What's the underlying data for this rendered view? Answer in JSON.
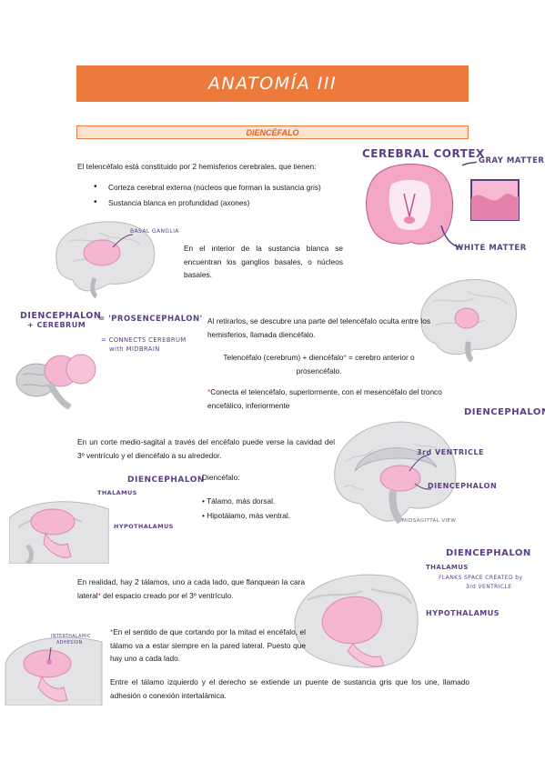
{
  "header": {
    "title": "ANATOMÍA III"
  },
  "section": {
    "title": "DIENCÉFALO"
  },
  "intro": {
    "text": "El telencéfalo está constituido por 2 hemisferios cerebrales, que tienen:",
    "bullets": [
      "Corteza cerebral externa (núcleos que forman la sustancia gris)",
      "Sustancia blanca en profundidad (axones)"
    ]
  },
  "basal": {
    "text": "En el interior de la sustancia blanca se encuentran los ganglios basales, o núcleos basales.",
    "label": "BASAL GANGLIA"
  },
  "cortex_figure": {
    "title": "CEREBRAL CORTEX",
    "gray": "GRAY MATTER",
    "white": "WHITE MATTER"
  },
  "prosencephalon": {
    "left_label_1": "DIENCEPHALON",
    "left_label_2": "+ CEREBRUM",
    "equals_label": "= 'PROSENCEPHALON'",
    "connects_1": "= CONNECTS CEREBRUM",
    "connects_2": "with MIDBRAIN",
    "p1": "Al retirarlos, se descubre una parte del telencéfalo oculta entre los hemisferios, llamada diencéfalo.",
    "p2_a": "Telencéfalo (cerebrum) + diencéfalo",
    "p2_star": "*",
    "p2_b": " = cerebro anterior o prosencéfalo.",
    "p3_star": "*",
    "p3": "Conecta el telencéfalo, superiormente, con el mesencéfalo del tronco encefálico, inferiormente"
  },
  "sagittal": {
    "text": "En un corte medio-sagital a través del encéfalo puede verse la cavidad del 3º ventrículo y el diencéfalo a su alrededor.",
    "label_title": "DIENCEPHALON",
    "label_ventricle": "3rd VENTRICLE",
    "label_dien": "DIENCEPHALON",
    "label_view": "MIDSAGITTAL VIEW"
  },
  "parts": {
    "heading": "Diencéfalo:",
    "items": [
      "Tálamo, más dorsal.",
      "Hipotálamo, más ventral."
    ],
    "fig_title": "DIENCEPHALON",
    "fig_thal": "THALAMUS",
    "fig_hypo": "HYPOTHALAMUS"
  },
  "thalami": {
    "text_a": "En realidad, hay 2 tálamos, uno a cada lado, que flanquean la cara lateral",
    "text_star": "*",
    "text_b": " del espacio creado por el 3º ventrículo.",
    "fig_title": "DIENCEPHALON",
    "fig_thal": "THALAMUS",
    "fig_flanks_1": "FLANKS SPACE CREATED by",
    "fig_flanks_2": "3rd VENTRICLE",
    "fig_hypo": "HYPOTHALAMUS"
  },
  "adhesion": {
    "star": "*",
    "text1": "En el sentido de que cortando por la mitad el encéfalo, el tálamo va a estar siempre en la pared lateral. Puesto que hay uno a cada lado.",
    "text2": "Entre el tálamo izquierdo y el derecho se extiende un puente de sustancia gris que los une, llamado adhesión o conexión intertalámica.",
    "fig_label_1": "INTERTHALAMIC",
    "fig_label_2": "ADHESION"
  },
  "colors": {
    "accent": "#ec7a3c",
    "label": "#5b3f84",
    "pink": "#f4b6d0",
    "star": "#e0303b"
  }
}
